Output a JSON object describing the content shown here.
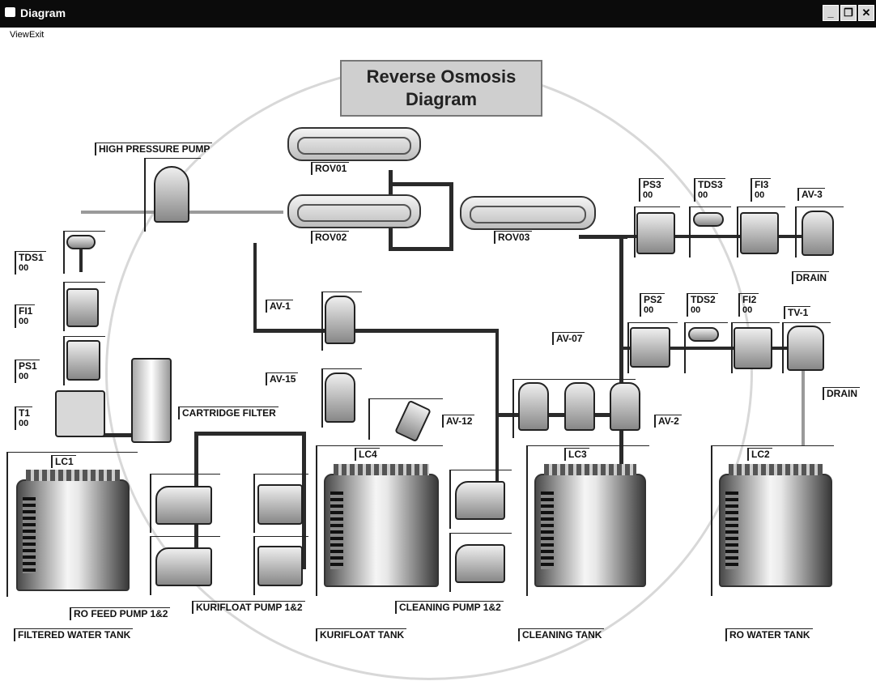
{
  "window": {
    "title": "Diagram"
  },
  "menu": {
    "items": [
      "View",
      "Exit"
    ]
  },
  "diagram_title": {
    "line1": "Reverse Osmosis",
    "line2": "Diagram"
  },
  "labels": {
    "high_pressure_pump": "HIGH PRESSURE PUMP",
    "rov01": "ROV01",
    "rov02": "ROV02",
    "rov03": "ROV03",
    "cartridge_filter": "CARTRIDGE FILTER",
    "av1": "AV-1",
    "av15": "AV-15",
    "av12": "AV-12",
    "av07": "AV-07",
    "av2": "AV-2",
    "av3": "AV-3",
    "tv1": "TV-1",
    "drain1": "DRAIN",
    "drain2": "DRAIN",
    "lc1": "LC1",
    "lc2": "LC2",
    "lc3": "LC3",
    "lc4": "LC4",
    "ro_feed_pump": "RO FEED PUMP 1&2",
    "kurifloat_pump": "KURIFLOAT  PUMP 1&2",
    "cleaning_pump": "CLEANING PUMP 1&2",
    "filtered_water_tank": "FILTERED WATER TANK",
    "kurifloat_tank": "KURIFLOAT TANK",
    "cleaning_tank": "CLEANING TANK",
    "ro_water_tank": "RO WATER TANK"
  },
  "sensors": {
    "tds1": {
      "name": "TDS1",
      "value": "00"
    },
    "fi1": {
      "name": "FI1",
      "value": "00"
    },
    "ps1": {
      "name": "PS1",
      "value": "00"
    },
    "t1": {
      "name": "T1",
      "value": "00"
    },
    "ps3": {
      "name": "PS3",
      "value": "00"
    },
    "tds3": {
      "name": "TDS3",
      "value": "00"
    },
    "fi3": {
      "name": "FI3",
      "value": "00"
    },
    "ps2": {
      "name": "PS2",
      "value": "00"
    },
    "tds2": {
      "name": "TDS2",
      "value": "00"
    },
    "fi2": {
      "name": "FI2",
      "value": "00"
    }
  }
}
